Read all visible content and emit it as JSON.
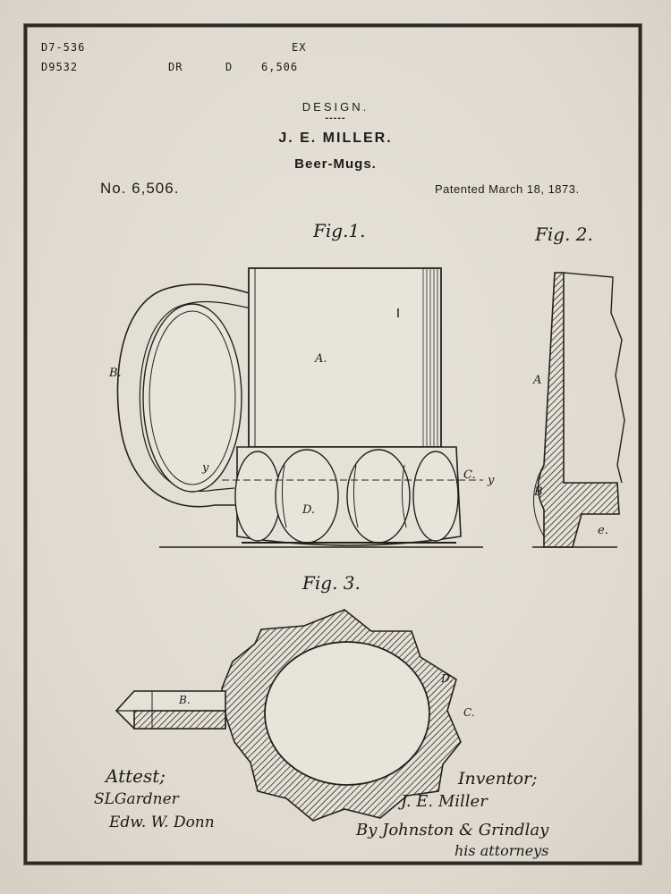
{
  "codes": {
    "top_left": "D7-536",
    "bottom_left": "D9532",
    "top_ex": "EX",
    "dr": "DR",
    "d": "D",
    "number": "6,506"
  },
  "header": {
    "design": "DESIGN.",
    "dashes": "-----",
    "inventor": "J. E. MILLER.",
    "subject": "Beer-Mugs.",
    "patent_no": "No. 6,506.",
    "patented": "Patented March 18, 1873."
  },
  "figures": {
    "fig1": "Fig.1.",
    "fig2": "Fig. 2.",
    "fig3": "Fig. 3."
  },
  "labels": {
    "a": "A.",
    "b": "B.",
    "c": "C.",
    "d": "D.",
    "y1": "y",
    "y2": "y",
    "a2": "A",
    "b2": "B",
    "e": "e.",
    "b3": "B.",
    "d3": "D.",
    "c3": "C."
  },
  "signatures": {
    "attest": "Attest;",
    "witness1": "SLGardner",
    "witness2": "Edw. W. Donn",
    "inventor_label": "Inventor;",
    "inventor_sig": "J. E. Miller",
    "attorneys": "By Johnston & Grindlay",
    "attorneys2": "his attorneys"
  }
}
